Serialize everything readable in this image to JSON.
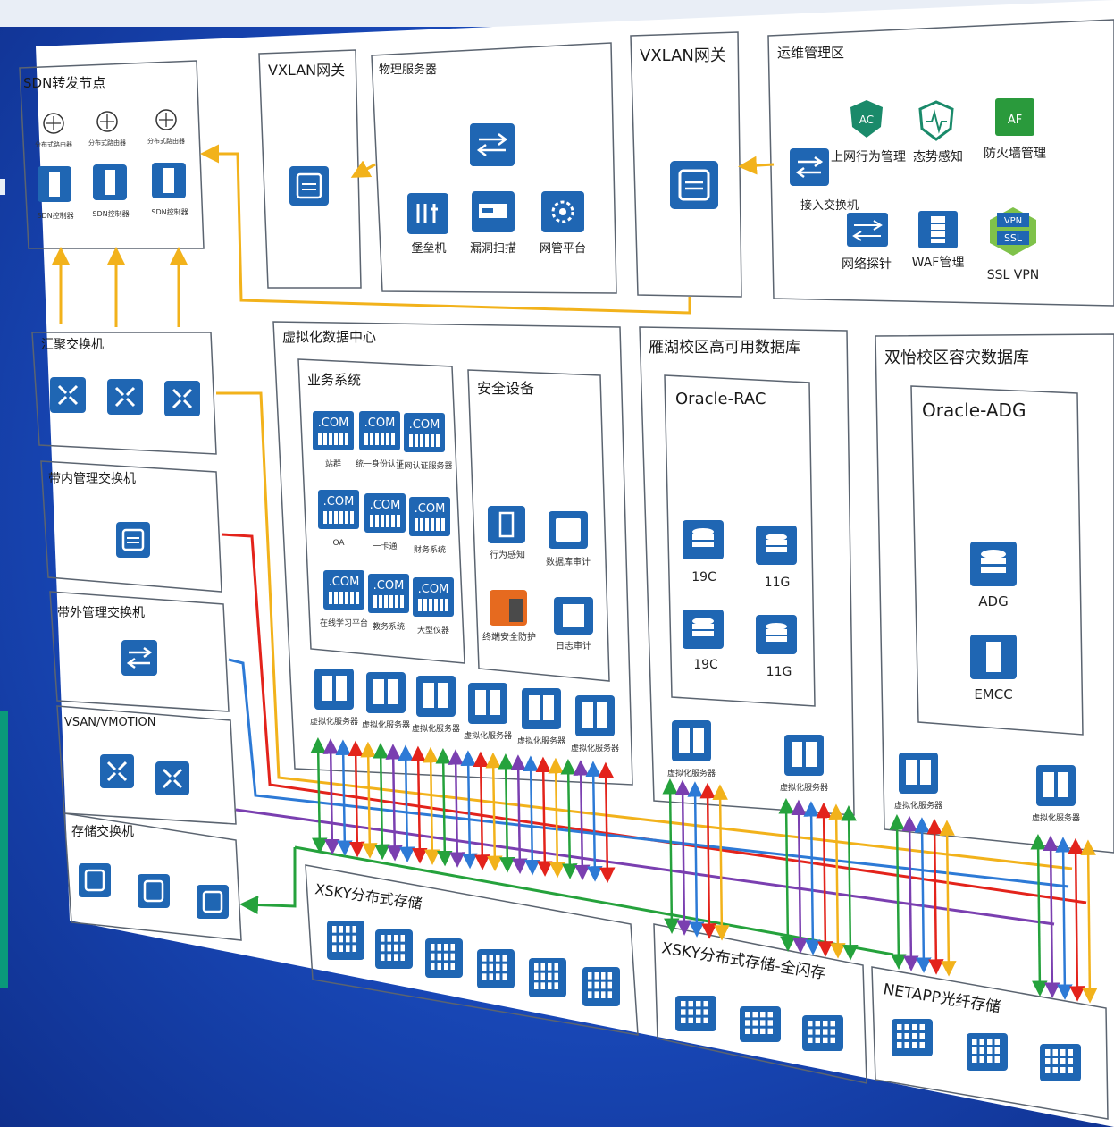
{
  "colors": {
    "board": "#ffffff",
    "frame": "#5b6470",
    "icon_blue": "#1f66b3",
    "yellow": "#f2b21b",
    "red": "#e3231b",
    "blue_line": "#2d7ad6",
    "purple": "#7a3fb0",
    "green": "#25a23c"
  },
  "zones": {
    "sdn": {
      "title": "SDN转发节点",
      "routers": [
        "分布式路由器",
        "分布式路由器",
        "分布式路由器"
      ],
      "controllers": [
        "SDN控制器",
        "SDN控制器",
        "SDN控制器"
      ]
    },
    "vxlan_left": {
      "title": "VXLAN网关"
    },
    "physical": {
      "title": "物理服务器",
      "items": [
        "堡垒机",
        "漏洞扫描",
        "网管平台"
      ]
    },
    "vxlan_right": {
      "title": "VXLAN网关"
    },
    "ops": {
      "title": "运维管理区",
      "access_switch": "接入交换机",
      "items": [
        "上网行为管理",
        "态势感知",
        "防火墙管理",
        "网络探针",
        "WAF管理",
        "SSL VPN"
      ],
      "badges": [
        "AC",
        "AF",
        "VPN",
        "SSL"
      ]
    },
    "agg": {
      "title": "汇聚交换机"
    },
    "inband": {
      "title": "带内管理交换机"
    },
    "outband": {
      "title": "带外管理交换机"
    },
    "vsan": {
      "title": "VSAN/VMOTION"
    },
    "storage_sw": {
      "title": "存储交换机"
    },
    "vdc": {
      "title": "虚拟化数据中心",
      "business": {
        "title": "业务系统",
        "badge": ".COM",
        "items": [
          "站群",
          "统一身份认证",
          "上网认证服务器",
          "OA",
          "一卡通",
          "财务系统",
          "在线学习平台",
          "教务系统",
          "大型仪器"
        ]
      },
      "security": {
        "title": "安全设备",
        "items": [
          "行为感知",
          "数据库审计",
          "终端安全防护",
          "日志审计"
        ]
      },
      "servers": [
        "虚拟化服务器",
        "虚拟化服务器",
        "虚拟化服务器",
        "虚拟化服务器",
        "虚拟化服务器",
        "虚拟化服务器"
      ]
    },
    "yanhu": {
      "title": "雁湖校区高可用数据库",
      "inner": "Oracle-RAC",
      "dbs": [
        "19C",
        "11G",
        "19C",
        "11G"
      ],
      "servers": [
        "虚拟化服务器",
        "虚拟化服务器"
      ]
    },
    "shuangyi": {
      "title": "双怡校区容灾数据库",
      "inner": "Oracle-ADG",
      "items": [
        "ADG",
        "EMCC"
      ],
      "servers": [
        "虚拟化服务器",
        "虚拟化服务器"
      ]
    },
    "xsky": {
      "title": "XSKY分布式存储"
    },
    "xsky_flash": {
      "title": "XSKY分布式存储-全闪存"
    },
    "netapp": {
      "title": "NETAPP光纤存储"
    }
  }
}
